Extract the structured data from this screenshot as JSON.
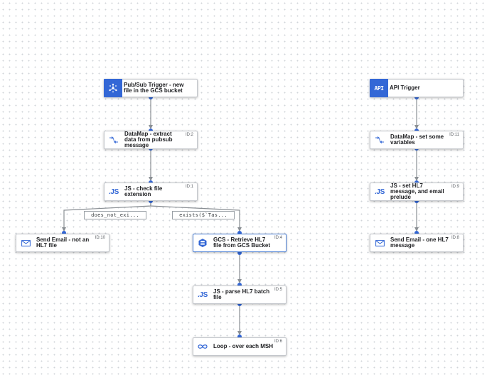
{
  "nodes": {
    "pubsub": {
      "title": "Pub/Sub Trigger - new file in the GCS bucket",
      "icon": "pubsub-icon"
    },
    "datamap2": {
      "title": "DataMap - extract data from pubsub message",
      "id": "ID:2",
      "icon": "datamap-icon"
    },
    "js1": {
      "title": "JS - check file extension",
      "id": "ID:1",
      "icon_text": ".JS"
    },
    "email10": {
      "title": "Send Email - not an HL7 file",
      "id": "ID:10",
      "icon": "mail-icon"
    },
    "gcs4": {
      "title": "GCS - Retrieve HL7 file from GCS Bucket",
      "id": "ID:4",
      "icon": "gcs-icon"
    },
    "js5": {
      "title": "JS - parse HL7 batch file",
      "id": "ID:5",
      "icon_text": ".JS"
    },
    "loop6": {
      "title": "Loop - over each MSH",
      "id": "ID:6",
      "icon": "loop-icon"
    },
    "api": {
      "title": "API Trigger",
      "icon_text": "API"
    },
    "datamap11": {
      "title": "DataMap - set some variables",
      "id": "ID:11",
      "icon": "datamap-icon"
    },
    "js9": {
      "title": "JS - set HL7 message, and email prelude",
      "id": "ID:9",
      "icon_text": ".JS"
    },
    "email8": {
      "title": "Send Email - one HL7 message",
      "id": "ID:8",
      "icon": "mail-icon"
    }
  },
  "edge_labels": {
    "not_exists": "does_not_exi...",
    "exists": "exists($`Tas..."
  },
  "colors": {
    "accent": "#3367d6",
    "edge": "#8a8f94",
    "port": "#3367d6"
  }
}
